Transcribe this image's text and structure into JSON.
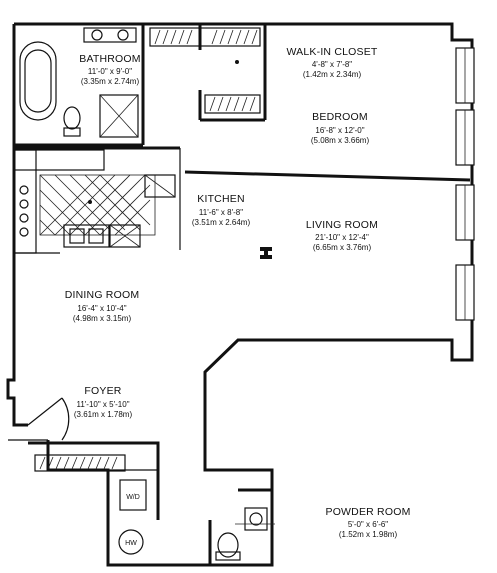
{
  "rooms": {
    "walk_in_closet": {
      "name": "WALK-IN CLOSET",
      "dims_ft": "4'-8\" x 7'-8\"",
      "dims_m": "(1.42m x 2.34m)"
    },
    "bathroom": {
      "name": "BATHROOM",
      "dims_ft": "11'-0\" x 9'-0\"",
      "dims_m": "(3.35m x 2.74m)"
    },
    "bedroom": {
      "name": "BEDROOM",
      "dims_ft": "16'-8\" x 12'-0\"",
      "dims_m": "(5.08m x 3.66m)"
    },
    "kitchen": {
      "name": "KITCHEN",
      "dims_ft": "11'-6\" x 8'-8\"",
      "dims_m": "(3.51m x 2.64m)"
    },
    "living_room": {
      "name": "LIVING ROOM",
      "dims_ft": "21'-10\" x 12'-4\"",
      "dims_m": "(6.65m x 3.76m)"
    },
    "dining_room": {
      "name": "DINING ROOM",
      "dims_ft": "16'-4\" x 10'-4\"",
      "dims_m": "(4.98m x 3.15m)"
    },
    "foyer": {
      "name": "FOYER",
      "dims_ft": "11'-10\" x 5'-10\"",
      "dims_m": "(3.61m x 1.78m)"
    },
    "powder_room": {
      "name": "POWDER ROOM",
      "dims_ft": "5'-0\" x 6'-6\"",
      "dims_m": "(1.52m x 1.98m)"
    }
  },
  "fixtures": {
    "washer_dryer": "W/D",
    "water_heater": "HW"
  }
}
